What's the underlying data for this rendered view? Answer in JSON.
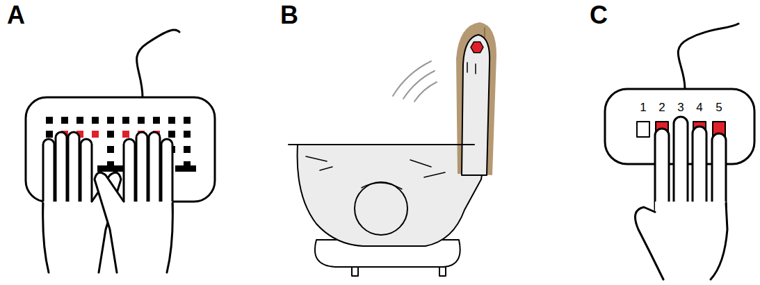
{
  "diagram": {
    "labels": [
      "A",
      "B",
      "C",
      "1",
      "2",
      "3",
      "4",
      "5"
    ]
  }
}
